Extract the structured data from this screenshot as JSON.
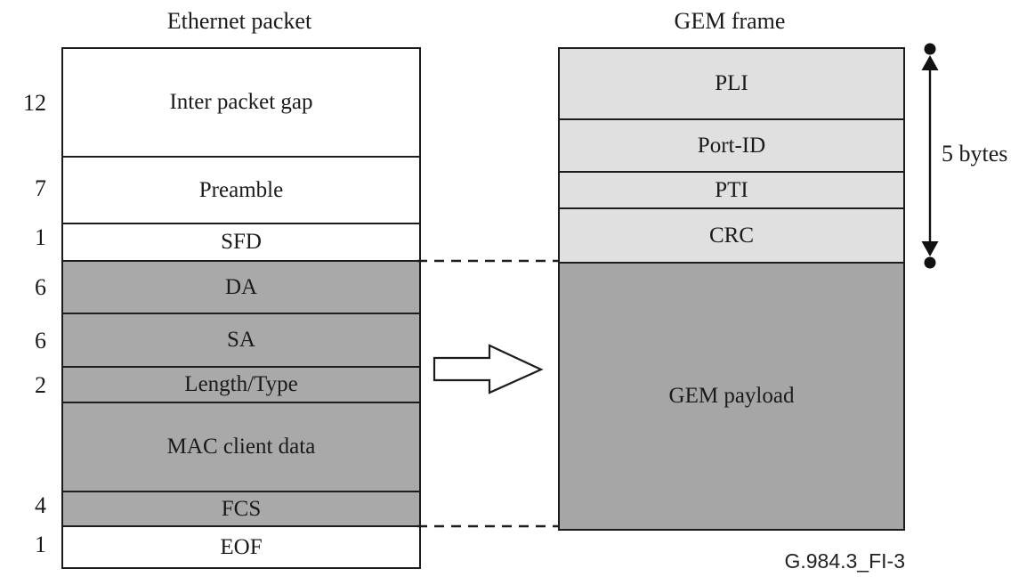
{
  "left_panel": {
    "title": "Ethernet packet",
    "rows": [
      {
        "bytes": "12",
        "label": "Inter packet gap"
      },
      {
        "bytes": "7",
        "label": "Preamble"
      },
      {
        "bytes": "1",
        "label": "SFD"
      },
      {
        "bytes": "6",
        "label": "DA"
      },
      {
        "bytes": "6",
        "label": "SA"
      },
      {
        "bytes": "2",
        "label": "Length/Type"
      },
      {
        "bytes": "",
        "label": "MAC client data"
      },
      {
        "bytes": "4",
        "label": "FCS"
      },
      {
        "bytes": "1",
        "label": "EOF"
      }
    ]
  },
  "right_panel": {
    "title": "GEM frame",
    "rows": [
      {
        "label": "PLI"
      },
      {
        "label": "Port-ID"
      },
      {
        "label": "PTI"
      },
      {
        "label": "CRC"
      },
      {
        "label": "GEM payload"
      }
    ]
  },
  "annotation": {
    "label": "5 bytes"
  },
  "caption": "G.984.3_FI-3",
  "colors": {
    "shaded_dark": "#a9a9a9",
    "shaded_light": "#e0e0e0",
    "payload_gray": "#a6a6a6",
    "line": "#1c1c1c"
  }
}
